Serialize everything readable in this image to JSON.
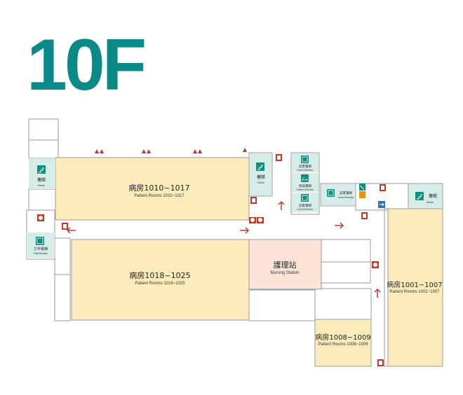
{
  "floor": "10F",
  "colors": {
    "title": "#0a8a86",
    "room": "#fcecbc",
    "nursing": "#fbe3d8",
    "icon_bg": "#d6ece9",
    "wall": "#9a9a9a",
    "arrow": "#c0392b",
    "icon_green": "#0e8f7c",
    "safety_red": "#c0392b",
    "orange": "#e8921c",
    "blue": "#2f73b5"
  },
  "rooms": {
    "r1010": {
      "name": "病房1010~1017",
      "sub": "Patient Rooms 1010~1017"
    },
    "r1018": {
      "name": "病房1018~1025",
      "sub": "Patient Rooms 1018~1025"
    },
    "nursing": {
      "name": "護理站",
      "sub": "Nursing Station"
    },
    "r1001": {
      "name": "病房1001~1007",
      "sub": "Patient Rooms 1001~1007"
    },
    "r1008": {
      "name": "病房1008~1009",
      "sub": "Patient Rooms 1008~1009"
    }
  },
  "facilities": {
    "stairs_left": {
      "icon": "stairs-icon",
      "label": "樓梯",
      "sub": "Stairs"
    },
    "stairs_mid": {
      "icon": "stairs-icon",
      "label": "樓梯",
      "sub": "Stairs"
    },
    "stairs_right": {
      "icon": "stairs-icon",
      "label": "樓梯",
      "sub": "Stairs"
    },
    "staff_elevator": {
      "icon": "elevator-icon",
      "label": "工作電梯",
      "sub": "Staff Elevator"
    },
    "guest_elevator_1": {
      "icon": "elevator-icon",
      "label": "訪客電梯",
      "sub": "Guest Elevator"
    },
    "bed_elevator": {
      "icon": "bed-elevator-icon",
      "label": "病床電梯",
      "sub": "Patient Elevator"
    },
    "guest_elevator_2": {
      "icon": "elevator-icon",
      "label": "訪客電梯",
      "sub": "Guest Elevator"
    },
    "guest_elevator_3": {
      "icon": "elevator-icon",
      "label": "訪客電梯",
      "sub": "Guest Elevator"
    }
  }
}
